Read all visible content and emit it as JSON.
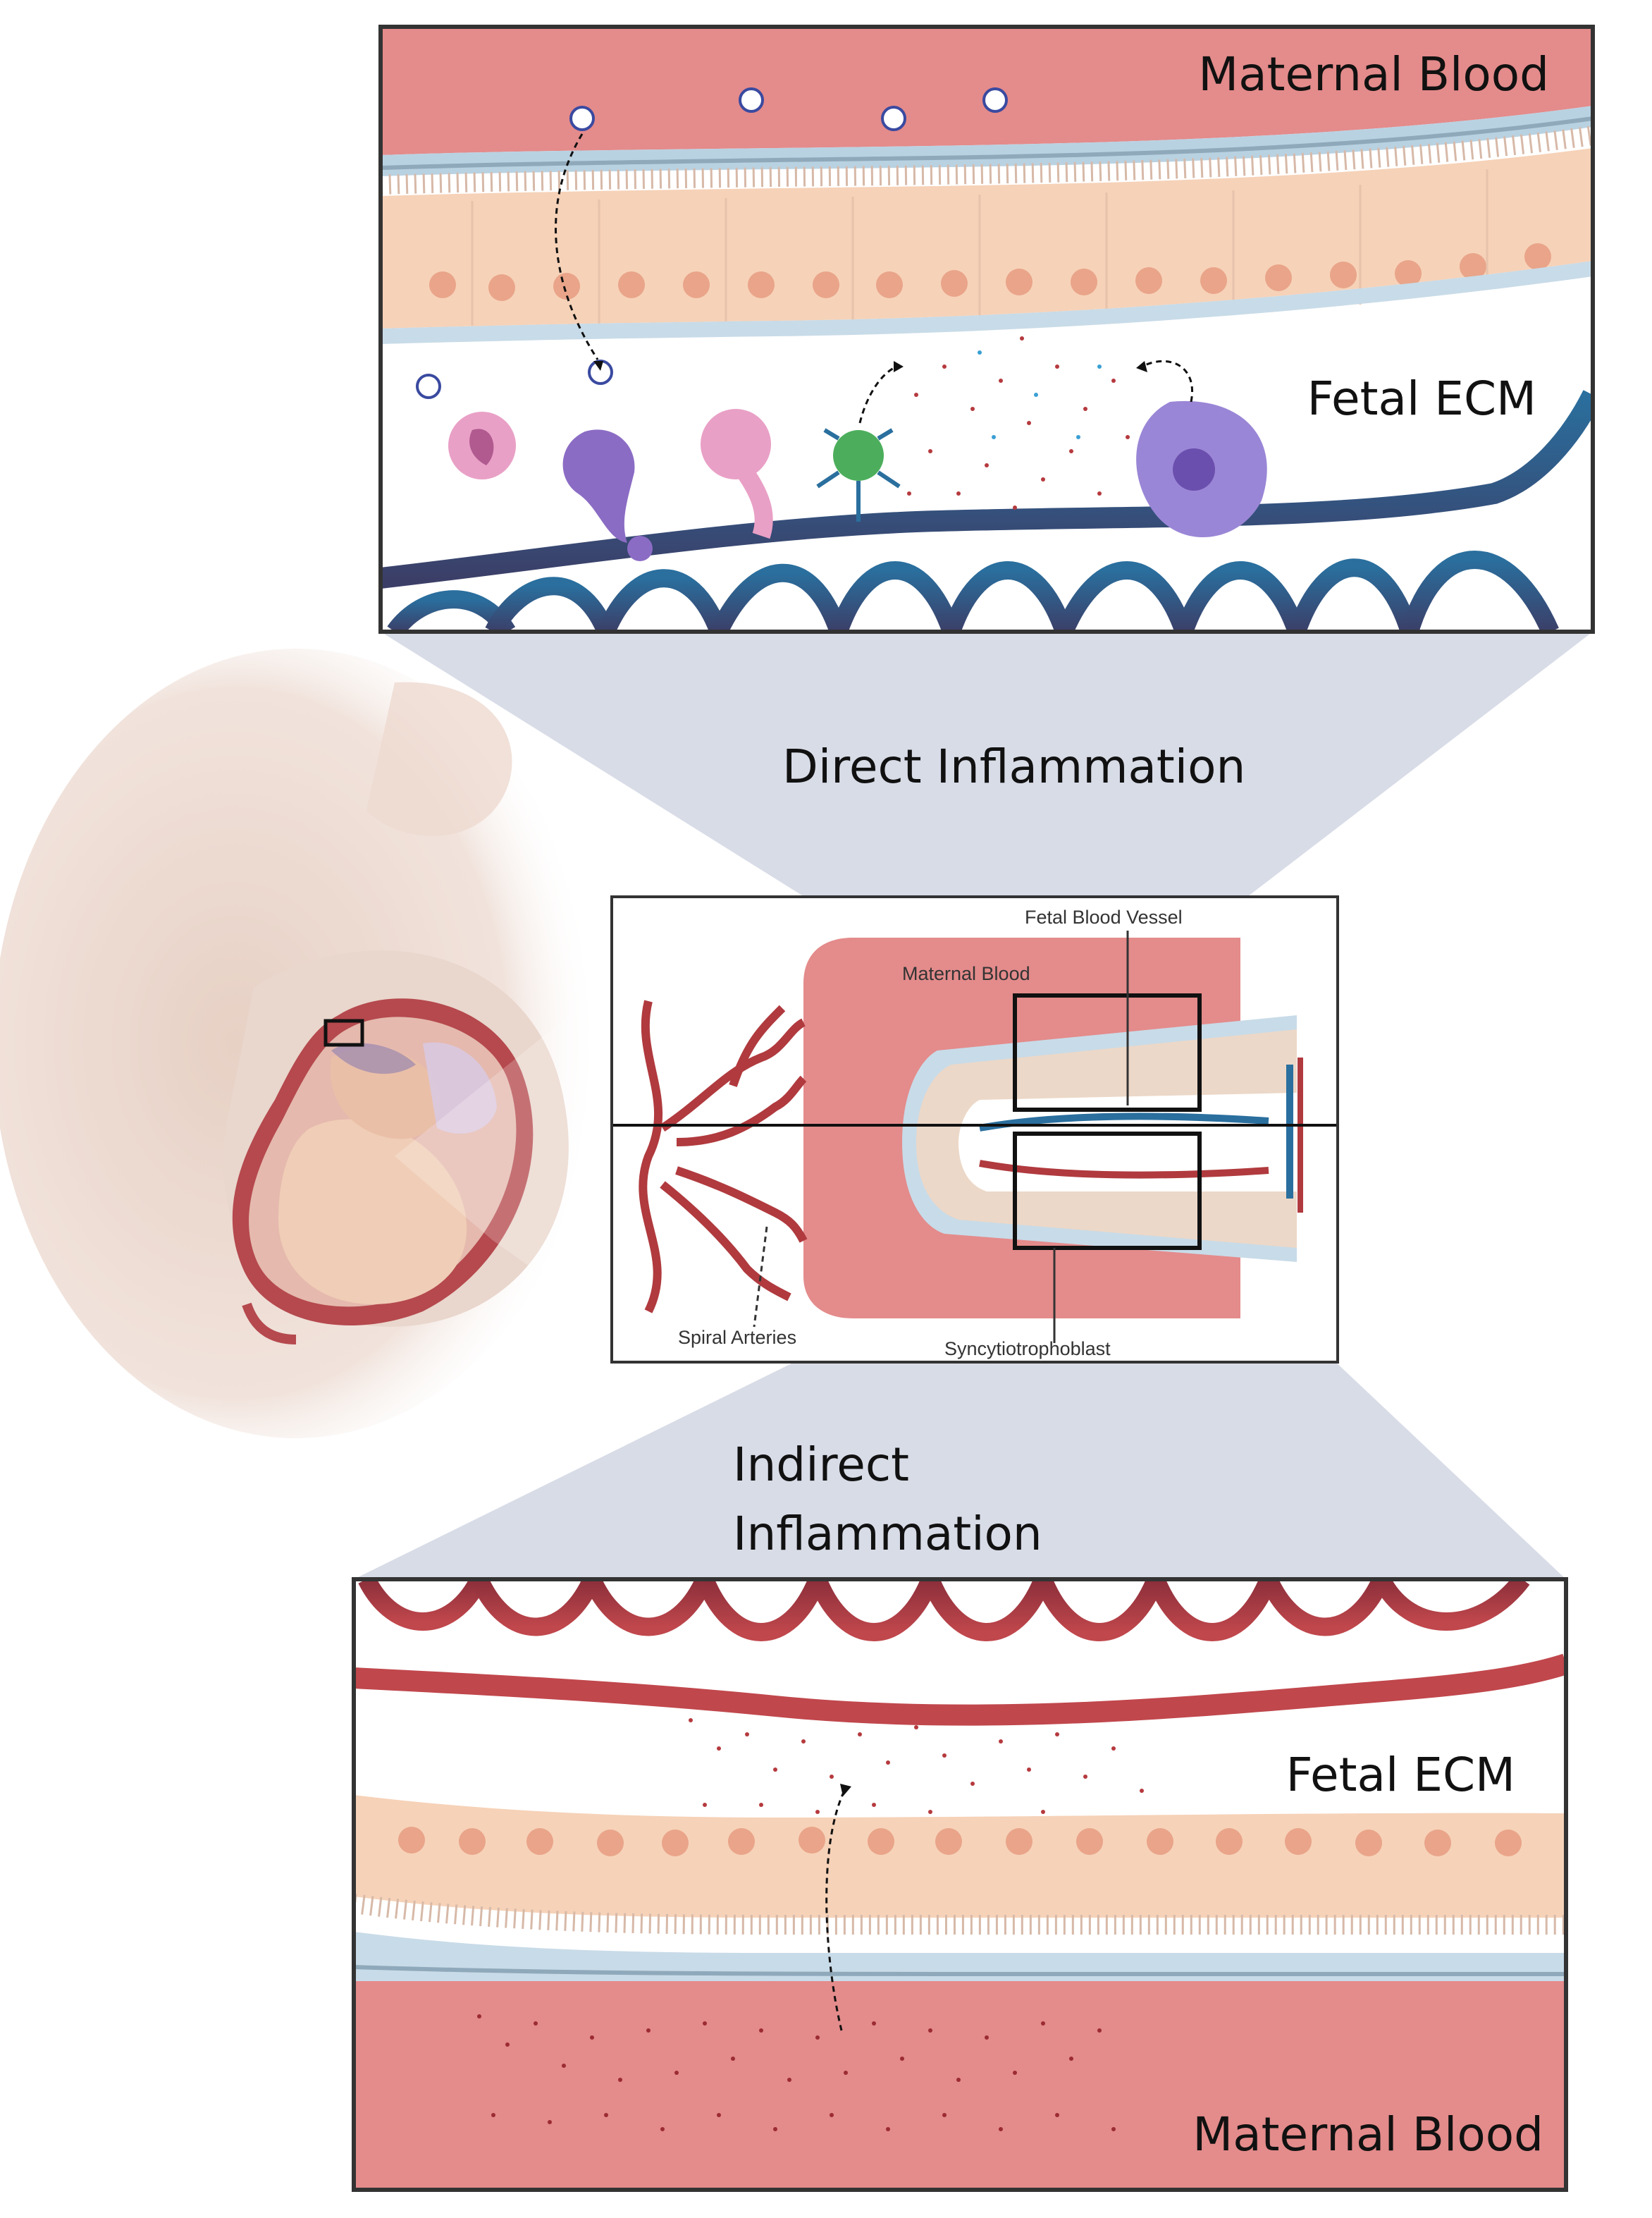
{
  "top_panel": {
    "maternal_label": "Maternal Blood",
    "fetal_label": "Fetal ECM"
  },
  "direct_label": "Direct Inflammation",
  "center_panel": {
    "fetal_vessel_label": "Fetal Blood Vessel",
    "maternal_label": "Maternal Blood",
    "spiral_label": "Spiral Arteries",
    "syncytio_label": "Syncytiotrophoblast"
  },
  "indirect_label_line1": "Indirect",
  "indirect_label_line2": "Inflammation",
  "bottom_panel": {
    "fetal_label": "Fetal ECM",
    "maternal_label": "Maternal Blood"
  },
  "colors": {
    "maternal_blood": "#e48b8b",
    "fetal_vessel_blue": "#2a6f9e",
    "red_vessel": "#b03a3e",
    "trophoblast": "#f6d2b8",
    "connector": "#d4d8e4",
    "membrane": "#b9d2e2"
  }
}
